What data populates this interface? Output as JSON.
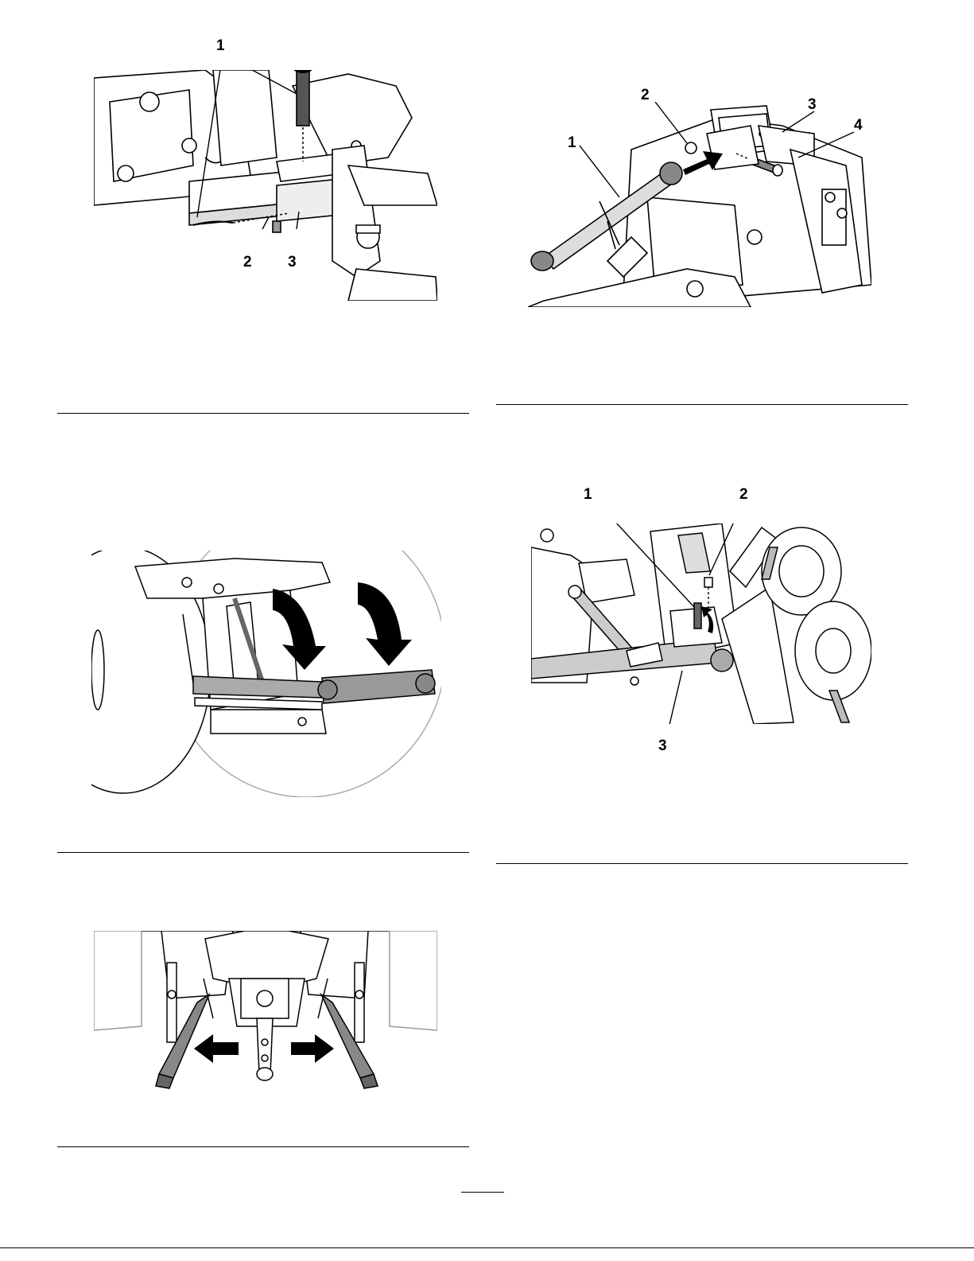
{
  "figures": [
    {
      "id": "fig-pin-drawbar",
      "callouts": [
        "1",
        "2",
        "3"
      ]
    },
    {
      "id": "fig-top-link",
      "callouts": [
        "1",
        "2",
        "3",
        "4"
      ]
    },
    {
      "id": "fig-lower-arms-down",
      "callouts": []
    },
    {
      "id": "fig-lower-link-pin",
      "callouts": [
        "1",
        "2",
        "3"
      ]
    },
    {
      "id": "fig-arms-spread",
      "callouts": []
    }
  ]
}
